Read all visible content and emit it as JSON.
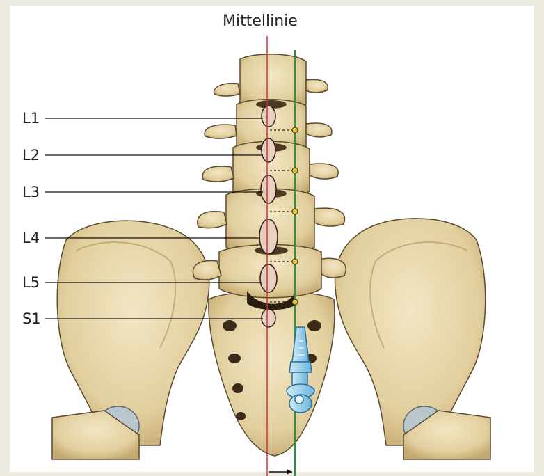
{
  "figure": {
    "title": "Mittellinie",
    "vertebrae_labels": [
      "L1",
      "L2",
      "L3",
      "L4",
      "L5",
      "S1"
    ]
  },
  "colors": {
    "bone": "#e8d9b0",
    "bone_shade": "#c9b07a",
    "outline": "#3a3020",
    "midline": "#d0303a",
    "needle_line": "#1f9a3a",
    "needle": "#8ecbea",
    "marker": "#e4c53a"
  }
}
